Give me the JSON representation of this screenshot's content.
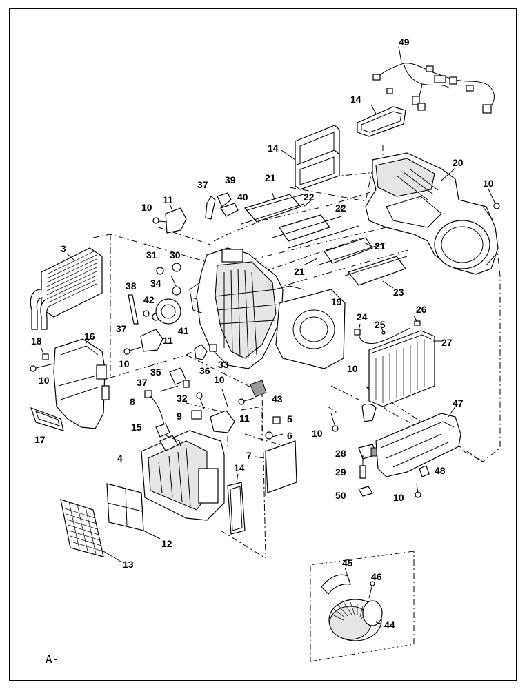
{
  "sheet_ref": "A-",
  "callouts": [
    "49",
    "14",
    "14",
    "20",
    "10",
    "21",
    "22",
    "22",
    "37",
    "39",
    "40",
    "11",
    "10",
    "3",
    "31",
    "30",
    "34",
    "21",
    "21",
    "38",
    "42",
    "19",
    "23",
    "24",
    "26",
    "25",
    "27",
    "18",
    "16",
    "37",
    "41",
    "11",
    "10",
    "36",
    "33",
    "10",
    "10",
    "35",
    "37",
    "32",
    "10",
    "43",
    "8",
    "9",
    "11",
    "5",
    "47",
    "10",
    "6",
    "15",
    "28",
    "4",
    "7",
    "14",
    "29",
    "48",
    "17",
    "50",
    "10",
    "12",
    "13",
    "45",
    "46",
    "44"
  ],
  "icons": {
    "heater_core": "radiator-core-icon",
    "blower": "blower-fan-icon",
    "screw": "screw-icon"
  }
}
